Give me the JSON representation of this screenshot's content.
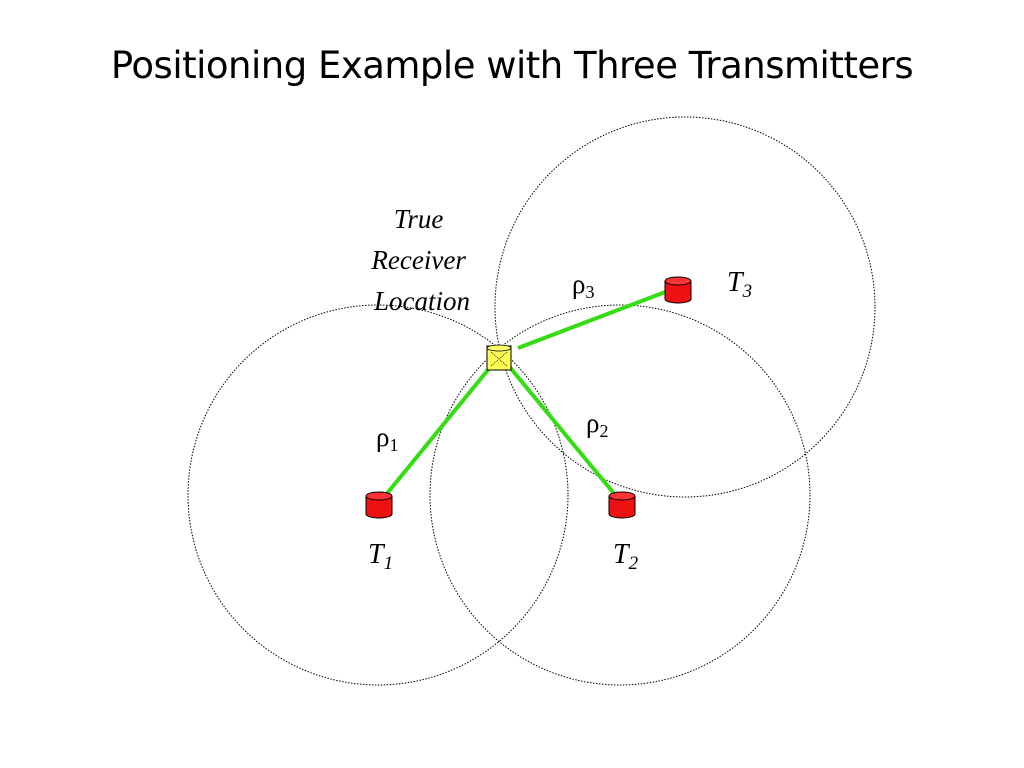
{
  "title": "Positioning Example with Three Transmitters",
  "receiver": {
    "label_lines": [
      "True",
      "Receiver",
      "Location"
    ]
  },
  "transmitters": [
    {
      "label": "T",
      "subscript": "1",
      "range_label": "ρ",
      "range_subscript": "1"
    },
    {
      "label": "T",
      "subscript": "2",
      "range_label": "ρ",
      "range_subscript": "2"
    },
    {
      "label": "T",
      "subscript": "3",
      "range_label": "ρ",
      "range_subscript": "3"
    }
  ],
  "colors": {
    "range_line": "#33dd11",
    "transmitter": "#ee1111",
    "receiver": "#ffff55",
    "circle": "#000000"
  }
}
